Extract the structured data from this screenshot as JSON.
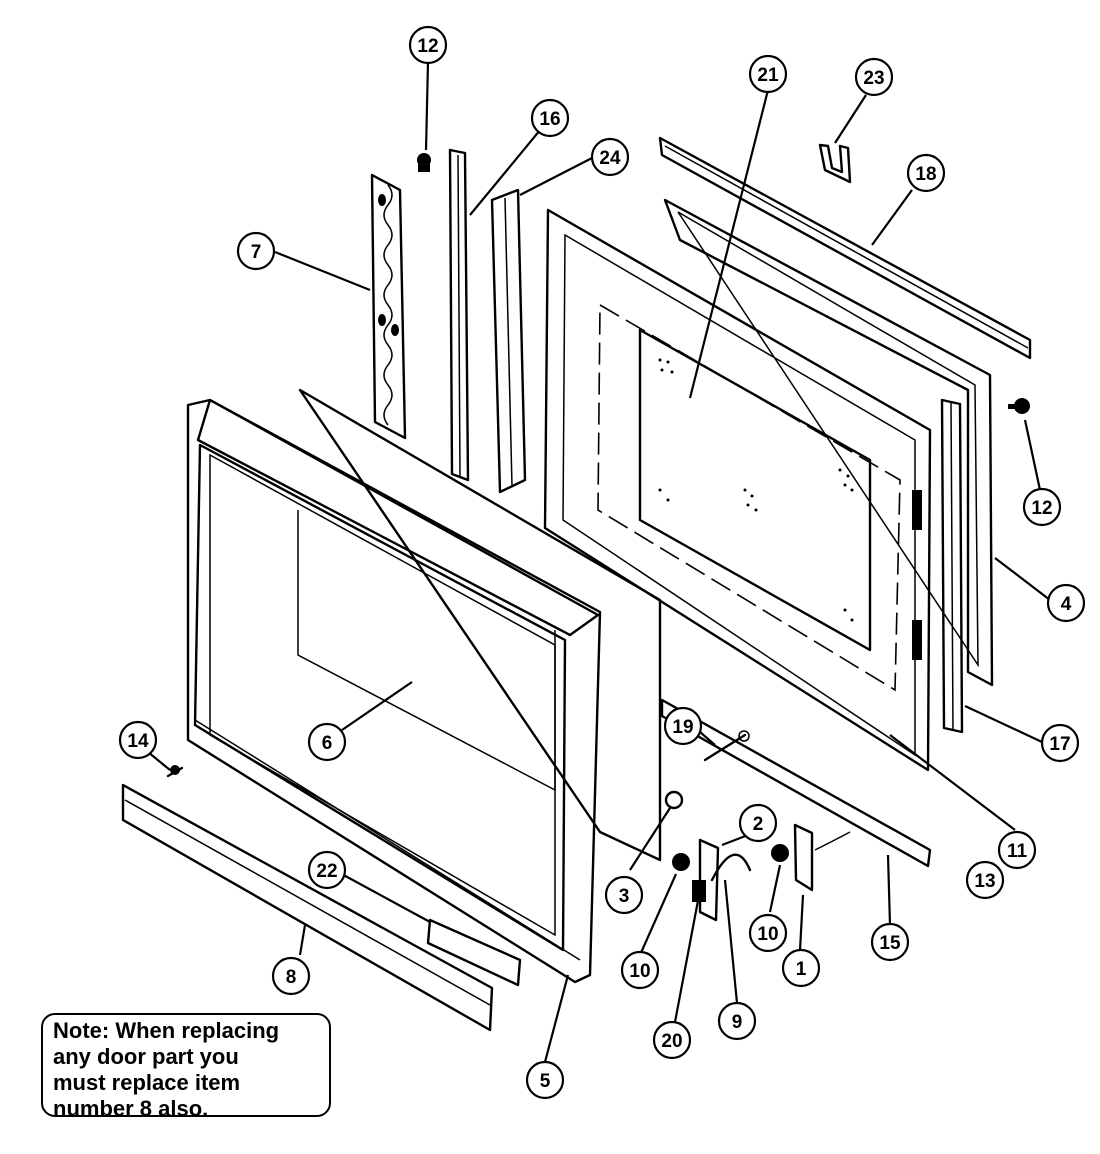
{
  "callouts": {
    "c1": "1",
    "c2": "2",
    "c3": "3",
    "c4": "4",
    "c5": "5",
    "c6": "6",
    "c7": "7",
    "c8": "8",
    "c9": "9",
    "c10a": "10",
    "c10b": "10",
    "c11": "11",
    "c12a": "12",
    "c12b": "12",
    "c13": "13",
    "c14": "14",
    "c15": "15",
    "c16": "16",
    "c17": "17",
    "c18": "18",
    "c19": "19",
    "c20": "20",
    "c21": "21",
    "c22": "22",
    "c23": "23",
    "c24": "24"
  },
  "note": {
    "line1": "Note:  When replacing",
    "line2": "any door part you",
    "line3": "must replace item",
    "line4": "number 8 also."
  }
}
